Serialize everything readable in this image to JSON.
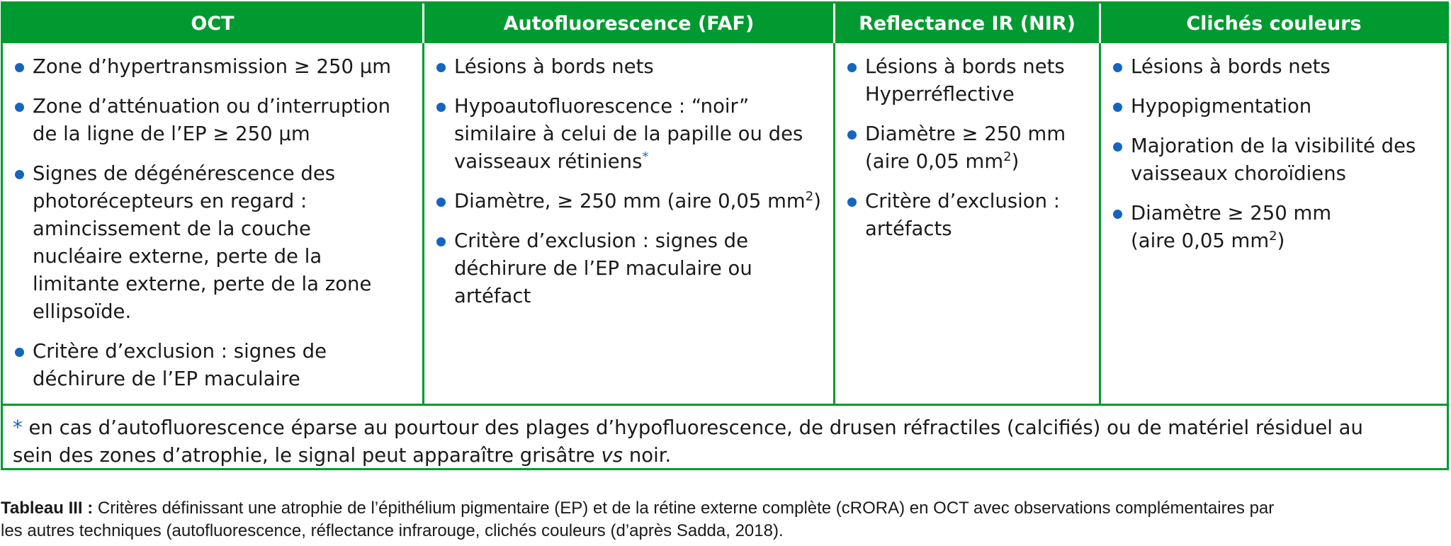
{
  "table": {
    "headers": [
      "OCT",
      "Autofluorescence (FAF)",
      "Reflectance IR (NIR)",
      "Clichés couleurs"
    ],
    "columns": [
      {
        "items": [
          {
            "lines": [
              "Zone d’hypertransmission ≥ 250 µm"
            ]
          },
          {
            "lines": [
              "Zone d’atténuation ou d’interruption",
              "de la ligne de l’EP ≥ 250 µm"
            ]
          },
          {
            "lines": [
              "Signes de dégénérescence des",
              "photorécepteurs en regard :",
              "amincissement de la couche",
              "nucléaire externe, perte de la",
              "limitante externe, perte de la zone",
              "ellipsoïde."
            ]
          },
          {
            "lines": [
              "Critère d’exclusion : signes de",
              "déchirure de l’EP maculaire"
            ]
          }
        ]
      },
      {
        "items": [
          {
            "lines": [
              "Lésions à bords nets"
            ]
          },
          {
            "lines": [
              "Hypoautofluorescence : “noir”",
              "similaire à celui de la papille ou des",
              "vaisseaux rétiniens"
            ],
            "star": "*"
          },
          {
            "lines": [
              "Diamètre, ≥ 250 mm (aire 0,05 mm"
            ],
            "sup": "2",
            "after": ")"
          },
          {
            "lines": [
              "Critère d’exclusion : signes de",
              "déchirure de l’EP maculaire ou",
              "artéfact"
            ]
          }
        ]
      },
      {
        "items": [
          {
            "lines": [
              "Lésions à bords nets",
              "Hyperréflective"
            ]
          },
          {
            "lines": [
              "Diamètre ≥ 250 mm",
              "(aire 0,05 mm"
            ],
            "sup": "2",
            "after": ")"
          },
          {
            "lines": [
              "Critère d’exclusion :",
              "artéfacts"
            ]
          }
        ]
      },
      {
        "items": [
          {
            "lines": [
              "Lésions à bords nets"
            ]
          },
          {
            "lines": [
              "Hypopigmentation"
            ]
          },
          {
            "lines": [
              "Majoration de la visibilité des",
              "vaisseaux choroïdiens"
            ]
          },
          {
            "lines": [
              "Diamètre ≥ 250 mm",
              "(aire 0,05 mm"
            ],
            "sup": "2",
            "after": ")"
          }
        ]
      }
    ],
    "footnote": {
      "star": "*",
      "line1": " en cas d’autofluorescence éparse au pourtour des plages d’hypofluorescence, de drusen réfractiles (calcifiés) ou de matériel résiduel au",
      "line2_before": "sein des zones d’atrophie, le signal peut apparaître grisâtre ",
      "line2_italic": "vs",
      "line2_after": " noir."
    }
  },
  "caption": {
    "label": "Tableau III :",
    "text_line1": " Critères définissant une atrophie de l’épithélium pigmentaire (EP) et de la rétine externe complète (cRORA) en OCT avec observations complémentaires par",
    "text_line2": "les autres techniques (autofluorescence, réflectance infrarouge, clichés couleurs (d’après Sadda, 2018)."
  },
  "colors": {
    "green": "#009a30",
    "bullet_blue": "#1565c0"
  }
}
